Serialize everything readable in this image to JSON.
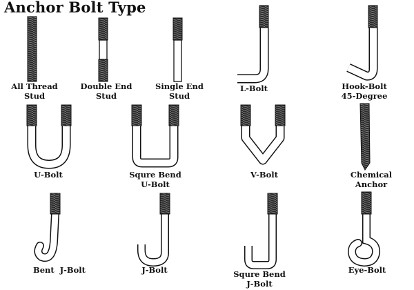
{
  "title": "Anchor Bolt Type",
  "bolts": [
    {
      "id": "all-thread-stud",
      "lines": [
        "All Thread",
        "Stud"
      ]
    },
    {
      "id": "double-end-stud",
      "lines": [
        "Double End",
        "Stud"
      ]
    },
    {
      "id": "single-end-stud",
      "lines": [
        "Single End",
        "Stud"
      ]
    },
    {
      "id": "l-bolt",
      "lines": [
        "L-Bolt"
      ]
    },
    {
      "id": "hook-bolt-45-degree",
      "lines": [
        "Hook-Bolt",
        "45-Degree"
      ]
    },
    {
      "id": "u-bolt",
      "lines": [
        "U-Bolt"
      ]
    },
    {
      "id": "squre-bend-u-bolt",
      "lines": [
        "Squre Bend",
        "U-Bolt"
      ]
    },
    {
      "id": "v-bolt",
      "lines": [
        "V-Bolt"
      ]
    },
    {
      "id": "chemical-anchor",
      "lines": [
        "Chemical",
        "Anchor"
      ]
    },
    {
      "id": "bent-j-bolt",
      "lines": [
        "Bent  J-Bolt"
      ]
    },
    {
      "id": "j-bolt",
      "lines": [
        "J-Bolt"
      ]
    },
    {
      "id": "squre-bend-j-bolt",
      "lines": [
        "Squre Bend",
        "J-Bolt"
      ]
    },
    {
      "id": "eye-bolt",
      "lines": [
        "Eye-Bolt"
      ]
    }
  ]
}
